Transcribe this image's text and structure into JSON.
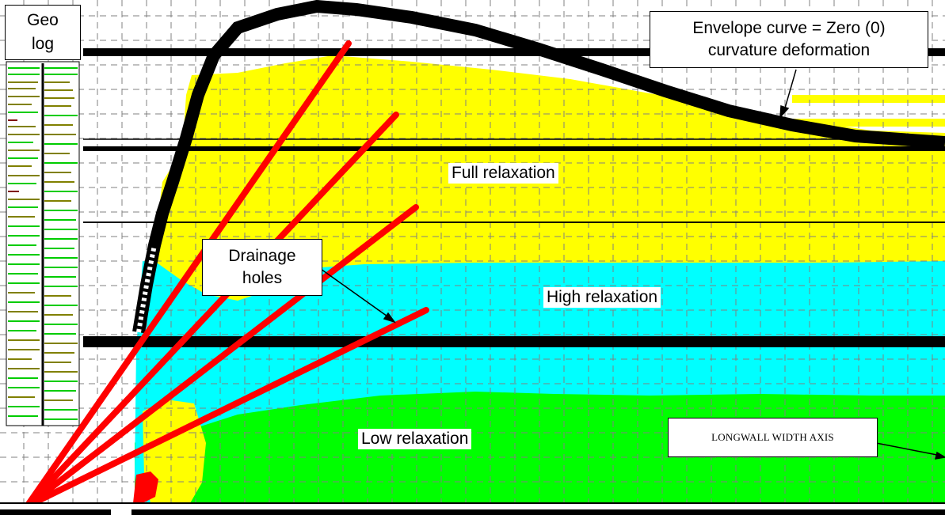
{
  "labels": {
    "geo_log_line1": "Geo",
    "geo_log_line2": "log",
    "envelope_line1": "Envelope curve = Zero (0)",
    "envelope_line2": "curvature deformation",
    "full_relaxation": "Full relaxation",
    "high_relaxation": "High relaxation",
    "low_relaxation": "Low relaxation",
    "drainage_line1": "Drainage",
    "drainage_line2": "holes",
    "longwall_axis": "LONGWALL WIDTH AXIS"
  },
  "colors": {
    "full_relaxation_zone": "#ffff00",
    "high_relaxation_zone": "#00ffff",
    "low_relaxation_zone": "#00ff00",
    "envelope_curve": "#000000",
    "drainage_holes": "#ff0000",
    "grid": "#808080",
    "geo_log_sandstone": "#808000",
    "geo_log_shale": "#00cc00",
    "geo_log_coal": "#800000"
  },
  "elements": {
    "drainage_hole_count": 4
  }
}
